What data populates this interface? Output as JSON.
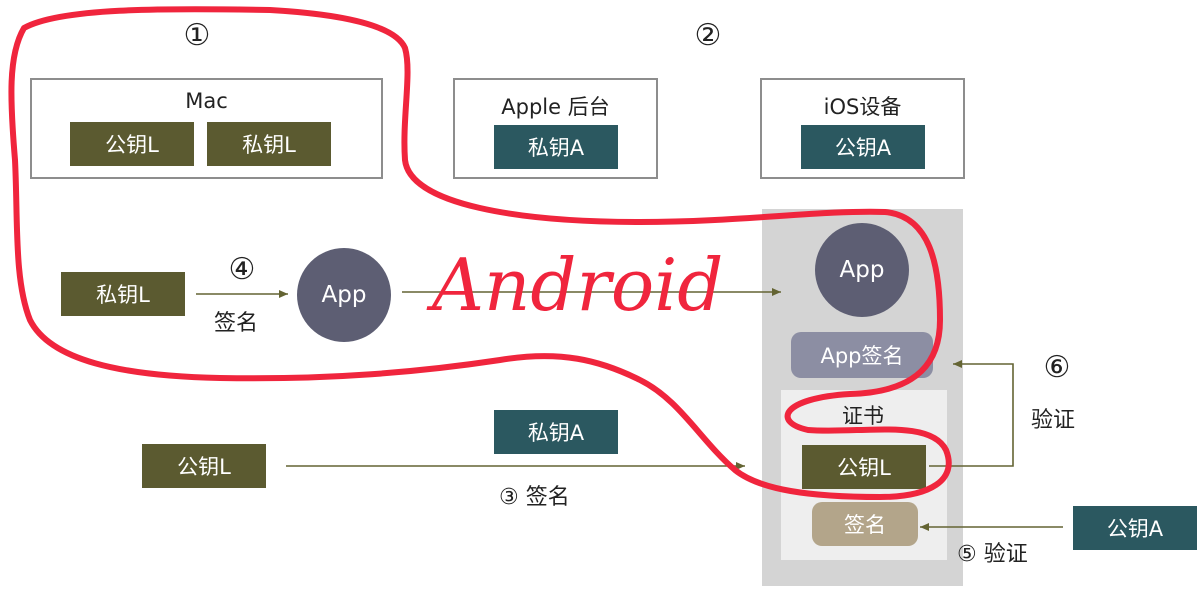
{
  "markers": {
    "m1": "①",
    "m2": "②",
    "m4": "④",
    "m6": "⑥"
  },
  "mac": {
    "title": "Mac",
    "public_key": "公钥L",
    "private_key": "私钥L"
  },
  "apple_backend": {
    "title": "Apple 后台",
    "private_key": "私钥A"
  },
  "ios_device": {
    "title": "iOS设备",
    "public_key": "公钥A"
  },
  "signing_flow": {
    "private_key": "私钥L",
    "sign_label": "签名",
    "app_label": "App"
  },
  "handwriting": {
    "text": "Android"
  },
  "device_panel": {
    "app_label": "App",
    "app_signature": "App签名",
    "certificate_title": "证书",
    "certificate_public_key": "公钥L",
    "certificate_signature": "签名"
  },
  "verify_step6": {
    "label": "验证"
  },
  "cert_flow": {
    "public_key": "公钥L",
    "private_key": "私钥A",
    "step_label": "③ 签名"
  },
  "verify_step5": {
    "public_key": "公钥A",
    "label": "⑤ 验证"
  },
  "colors": {
    "key_l": "#5b5a30",
    "key_a": "#2b5860",
    "app_circle": "#5d5e73",
    "app_signature_pill": "#8c8ea3",
    "certificate_signature_pill": "#b3a58a",
    "device_panel": "#d4d4d4",
    "certificate_box": "#eeeeee",
    "arrow": "#646433",
    "red_annotation": "#f0253d"
  }
}
